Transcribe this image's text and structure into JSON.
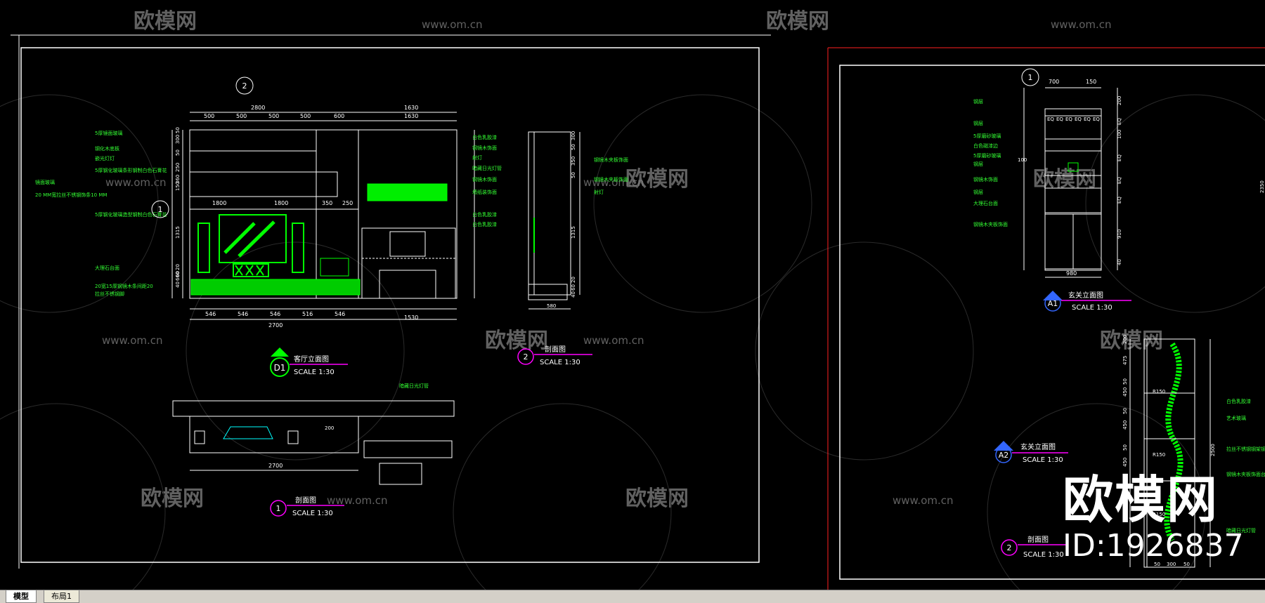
{
  "colors": {
    "background": "#000000",
    "green": "#00ff00",
    "label": "#33ff33",
    "white": "#ffffff",
    "magenta": "#ff00ff",
    "blue": "#3366ff",
    "red": "#ff2020",
    "yellow": "#ffff00",
    "watermark": "#8a8a8a"
  },
  "watermark": {
    "brand": "欧模网",
    "url": "www.om.cn"
  },
  "brand_overlay": {
    "name": "欧模网",
    "id": "ID:1926837"
  },
  "sheet_left": {
    "d1": {
      "marker": "D1",
      "title": "客厅立面图",
      "scale": "SCALE 1:30",
      "top_dims": [
        "500",
        "500",
        "500",
        "500",
        "600",
        "1630"
      ],
      "overall_dims": [
        "2800",
        "1630"
      ],
      "bottom_dims": [
        "546",
        "546",
        "546",
        "516",
        "546",
        "1530"
      ],
      "bottom_total": "2700",
      "mid_dims": [
        "1800",
        "1800",
        "350",
        "250"
      ],
      "left_dims": [
        "50",
        "300",
        "50",
        "250",
        "360",
        "150",
        "660",
        "1315",
        "20",
        "60",
        "40"
      ],
      "left_labels": [
        "5厚镜面玻璃",
        "钢化木底板",
        "嵌光灯灯",
        "5厚钢化玻璃条形钢制白色石膏花",
        "镜面玻璃",
        "20 MM宽拉丝不锈钢饰条10 MM",
        "5厚钢化玻璃造型钢制白色石膏花",
        "大理石台面",
        "20宽15厚钢镜木条间距20",
        "拉丝不锈钢脚"
      ],
      "right_labels": [
        "白色乳胶漆",
        "钢镜木饰面",
        "射灯",
        "暗藏日光灯管",
        "钢镜木饰面",
        "墙纸装饰面",
        "白色乳胶漆",
        "白色乳胶漆"
      ],
      "bubble_top": "2",
      "bubble_left": "1"
    },
    "s2": {
      "marker": "2",
      "title": "剖面图",
      "scale": "SCALE 1:30",
      "labels": [
        "钢镜木夹板饰面",
        "钢镜木夹板饰面",
        "射灯"
      ],
      "dims": [
        "300",
        "50",
        "350",
        "50",
        "1315",
        "20",
        "60",
        "40"
      ],
      "bottom": "580"
    },
    "s1": {
      "marker": "1",
      "title": "剖面图",
      "scale": "SCALE 1:30",
      "label": "暗藏日光灯管",
      "dims": [
        "2700",
        "200"
      ]
    }
  },
  "sheet_right": {
    "a1": {
      "marker": "A1",
      "title": "玄关立面图",
      "scale": "SCALE 1:30",
      "top_dims": [
        "700",
        "150"
      ],
      "eq": "EQ",
      "bottom": "980",
      "labels": [
        "钢层",
        "钢层",
        "5厚磨砂玻璃",
        "白色磁漆边",
        "5厚磨砂玻璃",
        "钢层",
        "钢镜木饰面",
        "钢层",
        "大理石台面",
        "钢镜木夹板饰面"
      ],
      "right_dims": [
        "200",
        "EQ",
        "100",
        "EQ",
        "EQ",
        "EQ",
        "910",
        "40",
        "2350"
      ],
      "left_dim": "100",
      "bubble": "1"
    },
    "a2": {
      "marker": "A2",
      "title": "玄关立面图",
      "scale": "SCALE 1:30",
      "labels": [
        "白色乳胶漆",
        "艺术玻璃",
        "拉丝不锈钢钢架钢化玻",
        "钢镜木夹板饰面台灯",
        "暗藏日光灯管"
      ],
      "dims": [
        "200",
        "475",
        "50",
        "450",
        "50",
        "450",
        "50",
        "450",
        "50",
        "450"
      ],
      "r_marks": [
        "R150",
        "R150",
        "R150"
      ],
      "bottom": [
        "50",
        "300",
        "50"
      ],
      "right_dim": "2500"
    },
    "sec2": {
      "marker": "2",
      "title": "剖面图",
      "scale": "SCALE 1:30"
    }
  },
  "tabs": [
    {
      "label": "模型",
      "active": true
    },
    {
      "label": "布局1",
      "active": false
    }
  ]
}
